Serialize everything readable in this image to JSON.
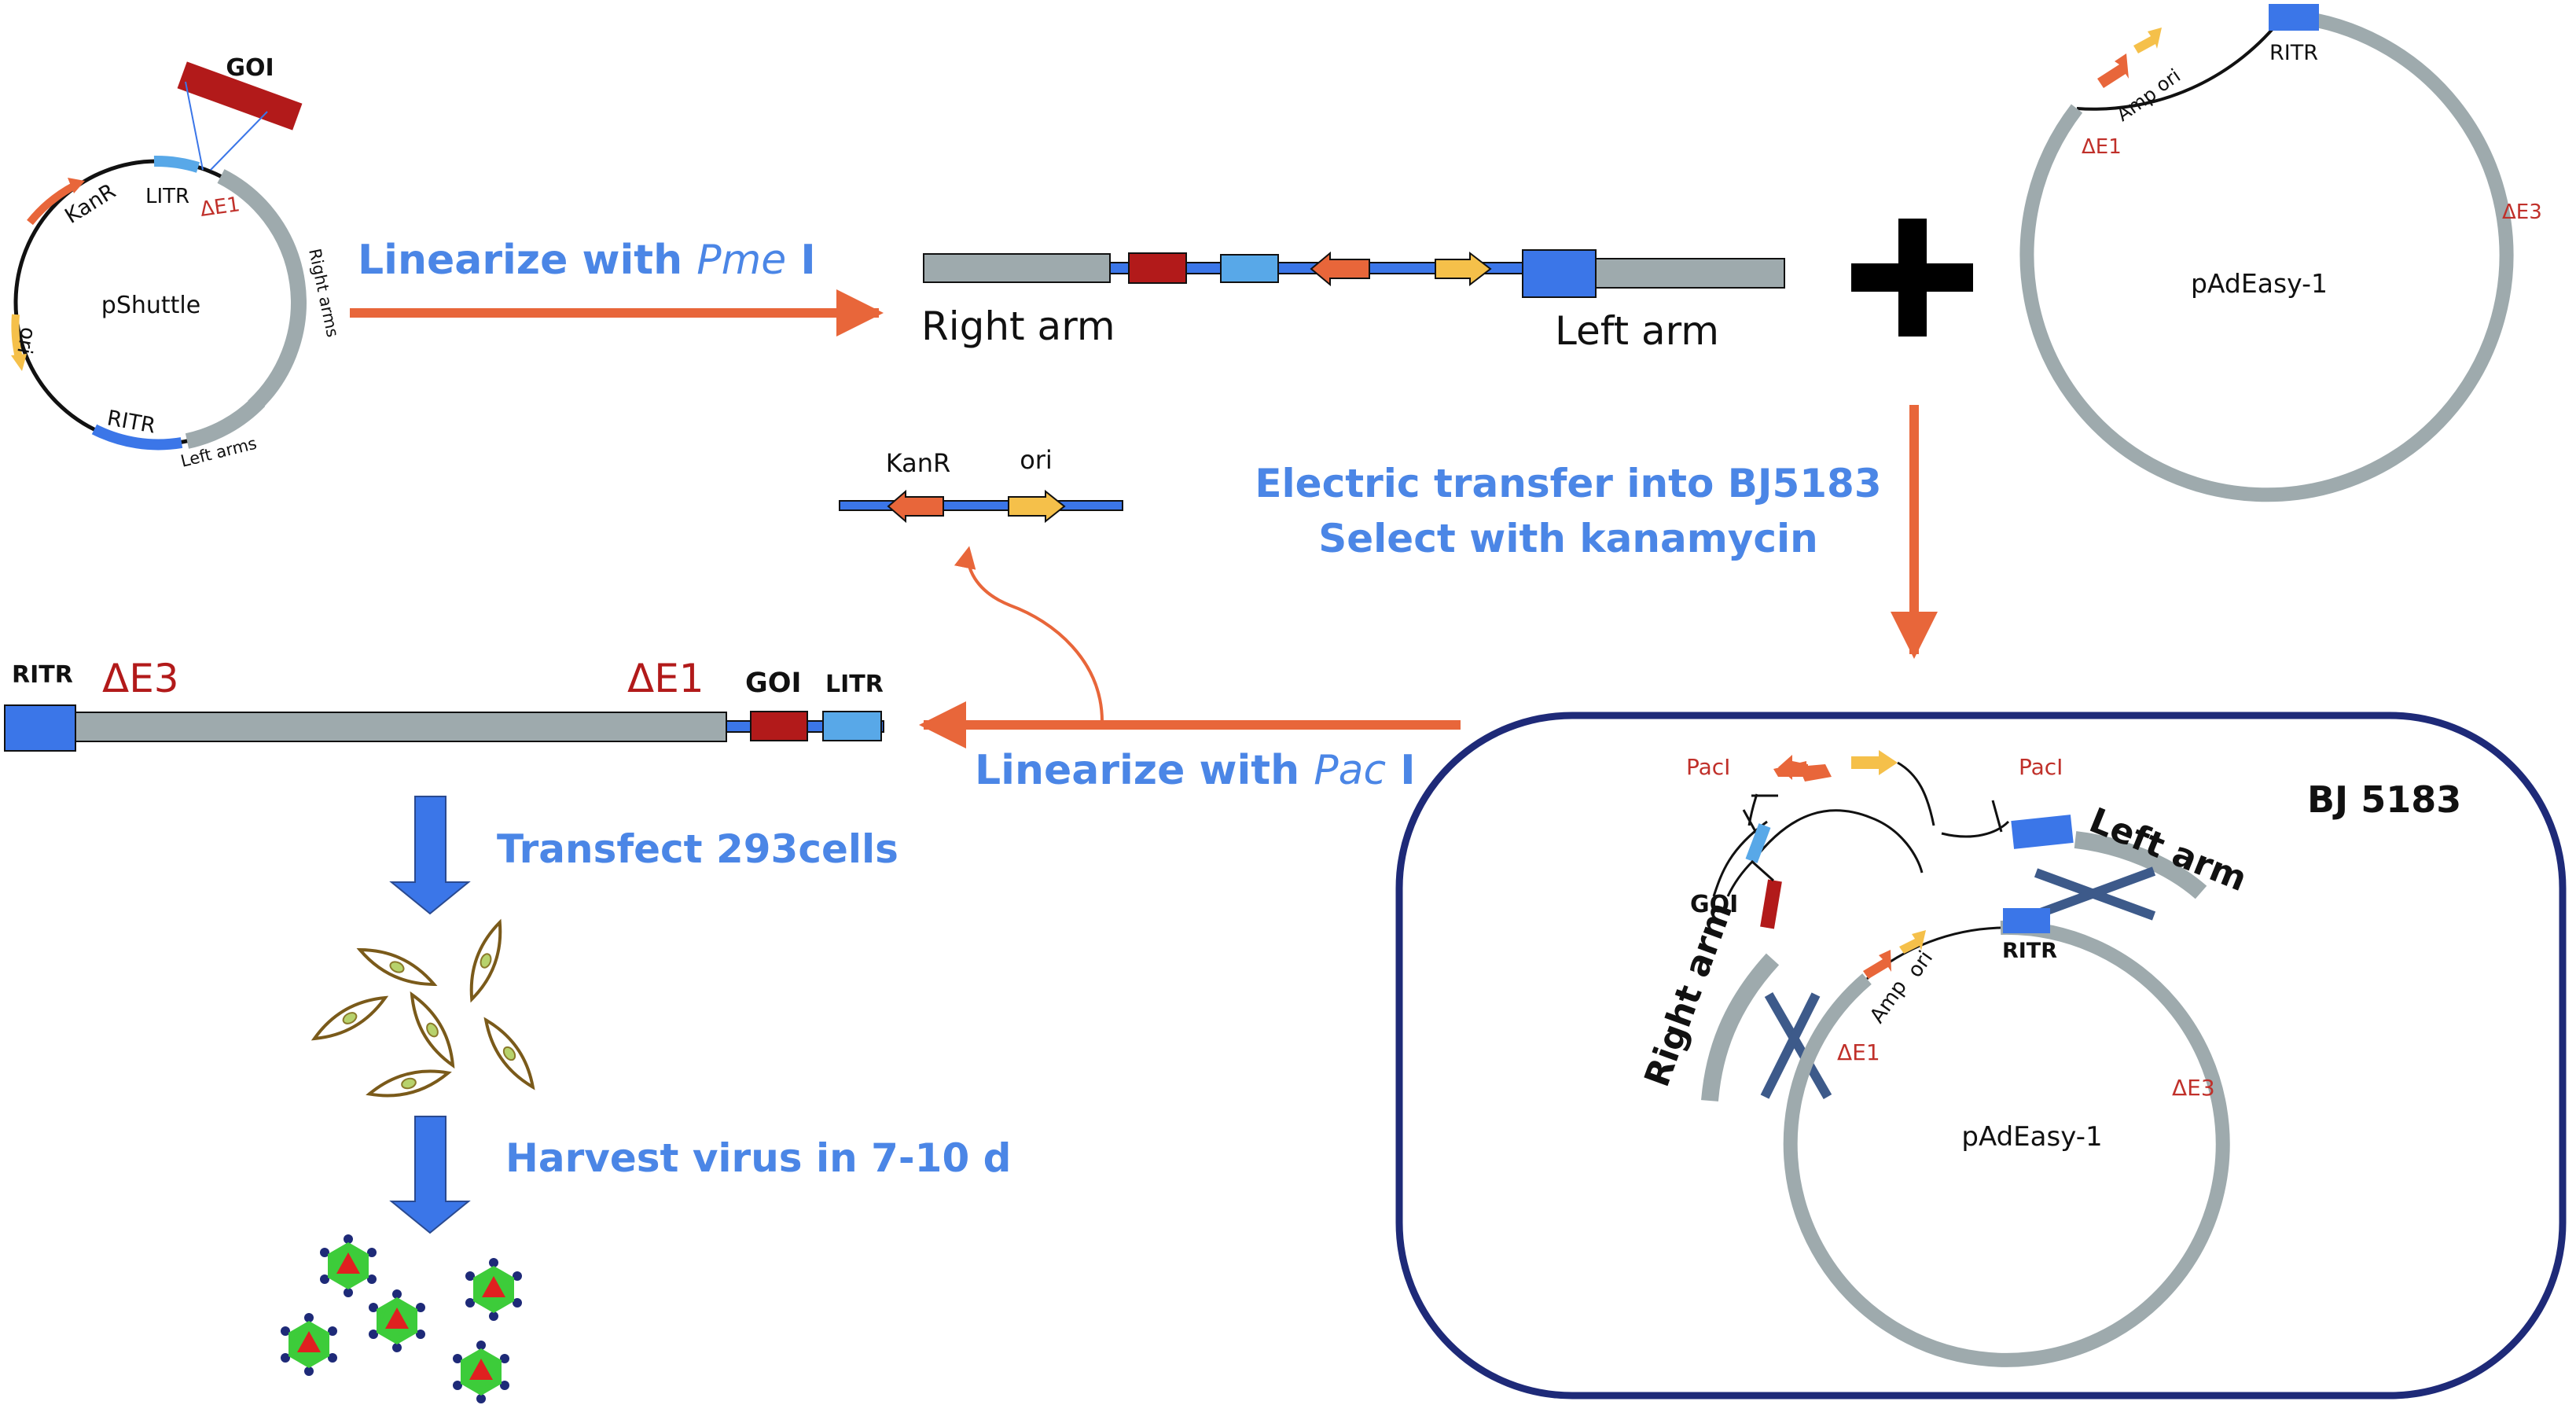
{
  "colors": {
    "blue_dark": "#2e62b8",
    "blue_mid": "#3b76e8",
    "blue_light": "#58a8e8",
    "orange": "#e8663a",
    "yellow": "#f5c04a",
    "red": "#b21a1a",
    "grey": "#9eaaad",
    "navy": "#1e2a78",
    "step_text": "#4b86e6",
    "label_red": "#c0302a",
    "green": "#3dcc3a"
  },
  "pshuttle": {
    "name": "pShuttle",
    "goi": "GOI",
    "kanr": "KanR",
    "litr": "LITR",
    "de1": "ΔE1",
    "right_arms": "Right arms",
    "ori": "ori",
    "ritr": "RITR",
    "left_arms": "Left arms"
  },
  "steps": {
    "linearize_pme_prefix": "Linearize with ",
    "linearize_pme_enzyme": "Pme",
    "linearize_pme_suffix": " I",
    "electric_line1": "Electric transfer into BJ5183",
    "electric_line2": "Select with kanamycin",
    "linearize_pac_prefix": "Linearize with ",
    "linearize_pac_enzyme": "Pac",
    "linearize_pac_suffix": " I",
    "transfect": "Transfect 293cells",
    "harvest": "Harvest virus in 7-10 d"
  },
  "linear_construct": {
    "right_arm": "Right arm",
    "left_arm": "Left arm"
  },
  "plus_sign": "+",
  "excised_fragment": {
    "kanr": "KanR",
    "ori": "ori"
  },
  "padeasy_top": {
    "name": "pAdEasy-1",
    "ritr": "RITR",
    "amp": "Amp",
    "ori": "ori",
    "de1": "ΔE1",
    "de3": "ΔE3"
  },
  "final_vector": {
    "ritr": "RITR",
    "de3": "ΔE3",
    "de1": "ΔE1",
    "goi": "GOI",
    "litr": "LITR"
  },
  "bj5183": {
    "title": "BJ 5183",
    "pacl_left": "PacI",
    "pacl_right": "PacI",
    "goi": "GOI",
    "left_arm": "Left arm",
    "right_arm": "Right arm",
    "ritr": "RITR",
    "amp": "Amp",
    "ori": "ori",
    "de1": "ΔE1",
    "de3": "ΔE3",
    "plasmid_name": "pAdEasy-1"
  }
}
